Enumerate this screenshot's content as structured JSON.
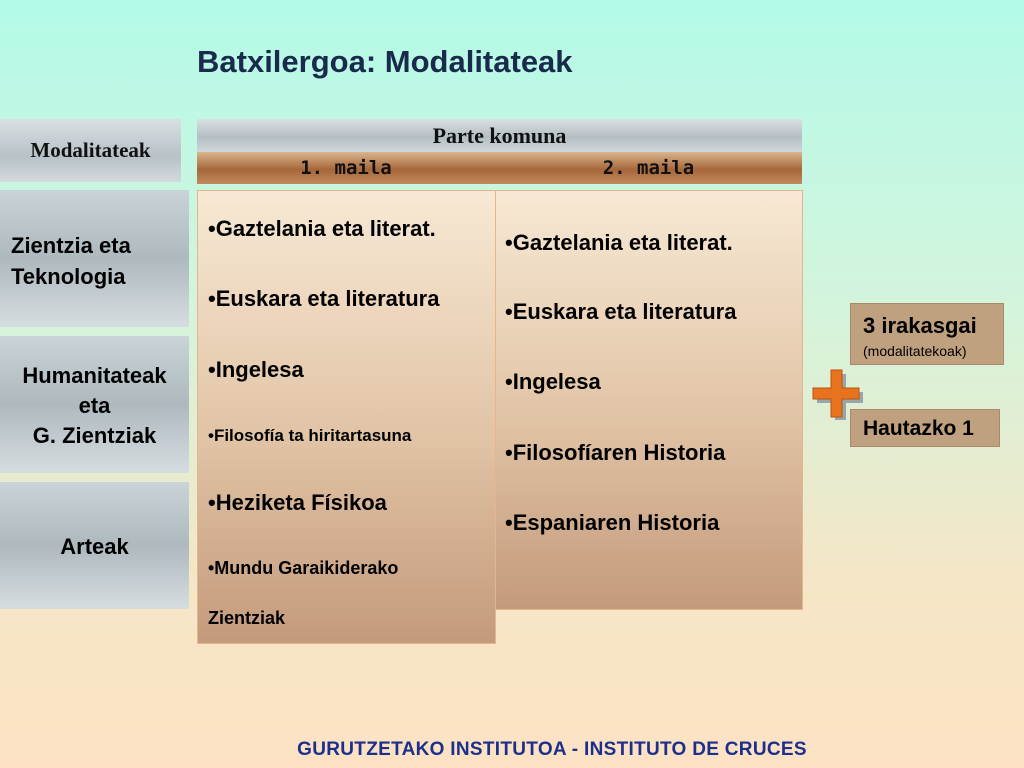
{
  "title": "Batxilergoa: Modalitateak",
  "modalities": {
    "header": "Modalitateak",
    "items": [
      {
        "lines": [
          "Zientzia eta",
          "Teknologia"
        ]
      },
      {
        "lines": [
          "Humanitateak",
          "eta",
          "G. Zientziak"
        ]
      },
      {
        "lines": [
          "Arteak"
        ]
      }
    ]
  },
  "common": {
    "header": "Parte komuna",
    "year1": {
      "label": "1. maila",
      "subjects": [
        "•Gaztelania eta literat.",
        "•Euskara eta literatura",
        "•Ingelesa",
        "•Filosofía ta hiritartasuna",
        "•Heziketa Físikoa",
        "•Mundu Garaikiderako",
        "Zientziak"
      ]
    },
    "year2": {
      "label": "2. maila",
      "subjects": [
        "•Gaztelania eta literat.",
        "•Euskara eta literatura",
        "•Ingelesa",
        "•Filosofíaren Historia",
        "•Espaniaren Historia"
      ]
    }
  },
  "extras": {
    "modal_count": "3 irakasgai",
    "modal_note": "(modalitatekoak)",
    "elective": "Hautazko 1"
  },
  "footer": "GURUTZETAKO INSTITUTOA - INSTITUTO DE CRUCES",
  "colors": {
    "plus": "#e8731e",
    "footer": "#1c2f8a",
    "title": "#1a2a4d"
  }
}
